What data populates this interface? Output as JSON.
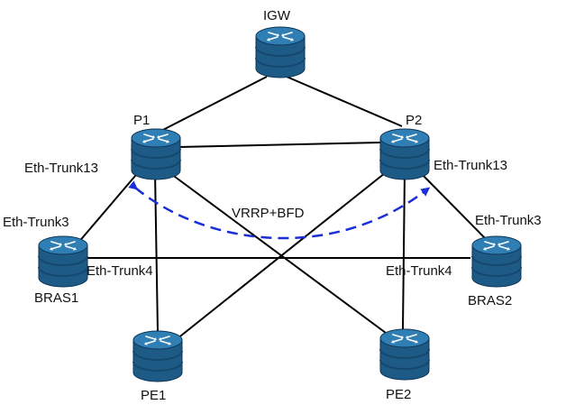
{
  "colors": {
    "router_body": "#1e5a86",
    "router_top": "#2f7fb5",
    "router_band": "#16476c",
    "link": "#000000",
    "vrrp_arrow": "#1a2fd6"
  },
  "icons": {
    "router": "router-icon"
  },
  "nodes": {
    "igw": {
      "label": "IGW"
    },
    "p1": {
      "label": "P1"
    },
    "p2": {
      "label": "P2"
    },
    "bras1": {
      "label": "BRAS1"
    },
    "bras2": {
      "label": "BRAS2"
    },
    "pe1": {
      "label": "PE1"
    },
    "pe2": {
      "label": "PE2"
    }
  },
  "ports": {
    "p1_trunk": "Eth-Trunk13",
    "p2_trunk": "Eth-Trunk13",
    "bras1_up": "Eth-Trunk3",
    "bras1_cross": "Eth-Trunk4",
    "bras2_up": "Eth-Trunk3",
    "bras2_cross": "Eth-Trunk4"
  },
  "protocol_label": "VRRP+BFD"
}
